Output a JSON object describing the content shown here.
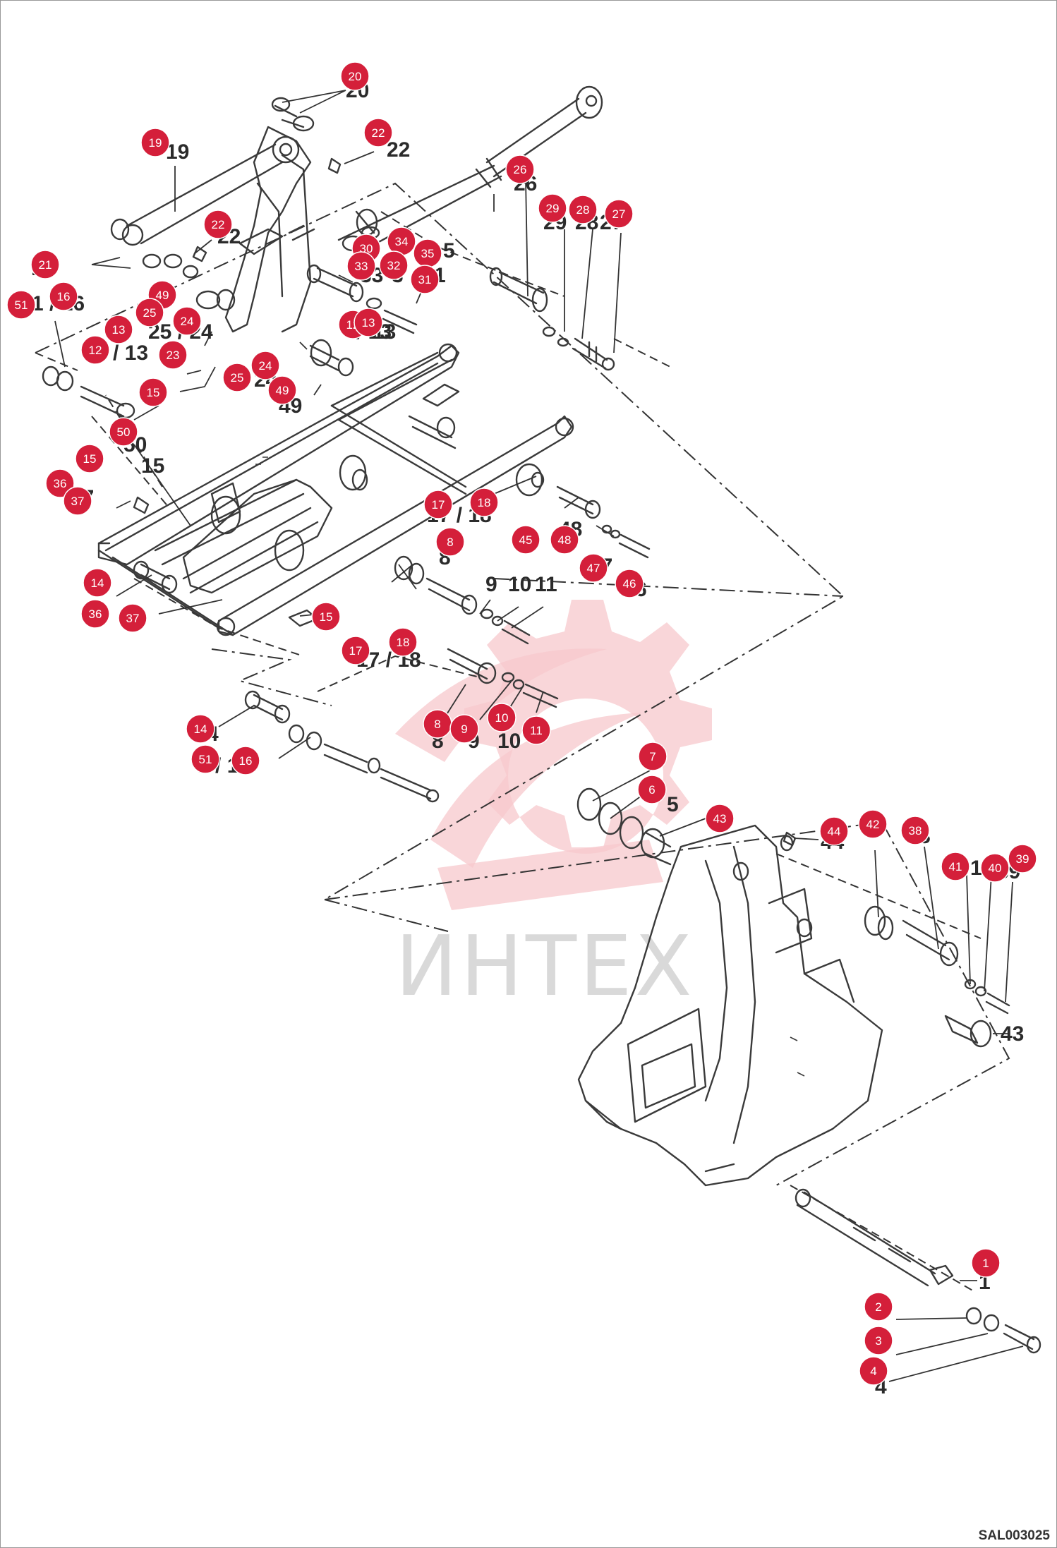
{
  "diagram": {
    "drawing_code": "SAL003025",
    "watermark": "ИНТЕХ",
    "watermark_color": "#d9d9d9",
    "marker_color": "#d41f3a",
    "line_color": "#333333"
  },
  "callouts": [
    {
      "text": "20"
    },
    {
      "text": "19"
    },
    {
      "text": "22"
    },
    {
      "text": "22"
    },
    {
      "text": "21"
    },
    {
      "text": "1 / 16"
    },
    {
      "text": "25 / 24"
    },
    {
      "text": "2 / 13"
    },
    {
      "text": "26"
    },
    {
      "text": "29"
    },
    {
      "text": "28"
    },
    {
      "text": "27"
    },
    {
      "text": "33"
    },
    {
      "text": "3"
    },
    {
      "text": "1"
    },
    {
      "text": "5"
    },
    {
      "text": "/ 13"
    },
    {
      "text": "13"
    },
    {
      "text": "24"
    },
    {
      "text": "49"
    },
    {
      "text": "50"
    },
    {
      "text": "15"
    },
    {
      "text": "37"
    },
    {
      "text": "17 / 18"
    },
    {
      "text": "8"
    },
    {
      "text": "48"
    },
    {
      "text": "47"
    },
    {
      "text": "6"
    },
    {
      "text": "9"
    },
    {
      "text": "10"
    },
    {
      "text": "11"
    },
    {
      "text": "17 / 18"
    },
    {
      "text": "8"
    },
    {
      "text": "9"
    },
    {
      "text": "10"
    },
    {
      "text": "4"
    },
    {
      "text": "1 / 16"
    },
    {
      "text": "5"
    },
    {
      "text": "44"
    },
    {
      "text": "2"
    },
    {
      "text": "8"
    },
    {
      "text": "1"
    },
    {
      "text": "39"
    },
    {
      "text": "43"
    },
    {
      "text": "1"
    },
    {
      "text": "4"
    }
  ],
  "markers": [
    {
      "n": "20"
    },
    {
      "n": "19"
    },
    {
      "n": "22"
    },
    {
      "n": "22"
    },
    {
      "n": "21"
    },
    {
      "n": "51"
    },
    {
      "n": "16"
    },
    {
      "n": "49"
    },
    {
      "n": "25"
    },
    {
      "n": "13"
    },
    {
      "n": "24"
    },
    {
      "n": "12"
    },
    {
      "n": "23"
    },
    {
      "n": "25"
    },
    {
      "n": "24"
    },
    {
      "n": "49"
    },
    {
      "n": "15"
    },
    {
      "n": "50"
    },
    {
      "n": "26"
    },
    {
      "n": "29"
    },
    {
      "n": "28"
    },
    {
      "n": "27"
    },
    {
      "n": "30"
    },
    {
      "n": "34"
    },
    {
      "n": "35"
    },
    {
      "n": "33"
    },
    {
      "n": "32"
    },
    {
      "n": "31"
    },
    {
      "n": "12"
    },
    {
      "n": "13"
    },
    {
      "n": "15"
    },
    {
      "n": "36"
    },
    {
      "n": "37"
    },
    {
      "n": "14"
    },
    {
      "n": "36"
    },
    {
      "n": "37"
    },
    {
      "n": "15"
    },
    {
      "n": "17"
    },
    {
      "n": "18"
    },
    {
      "n": "8"
    },
    {
      "n": "45"
    },
    {
      "n": "48"
    },
    {
      "n": "47"
    },
    {
      "n": "46"
    },
    {
      "n": "17"
    },
    {
      "n": "18"
    },
    {
      "n": "8"
    },
    {
      "n": "9"
    },
    {
      "n": "10"
    },
    {
      "n": "11"
    },
    {
      "n": "14"
    },
    {
      "n": "51"
    },
    {
      "n": "16"
    },
    {
      "n": "7"
    },
    {
      "n": "6"
    },
    {
      "n": "43"
    },
    {
      "n": "44"
    },
    {
      "n": "42"
    },
    {
      "n": "38"
    },
    {
      "n": "41"
    },
    {
      "n": "40"
    },
    {
      "n": "39"
    },
    {
      "n": "1"
    },
    {
      "n": "2"
    },
    {
      "n": "3"
    },
    {
      "n": "4"
    }
  ]
}
